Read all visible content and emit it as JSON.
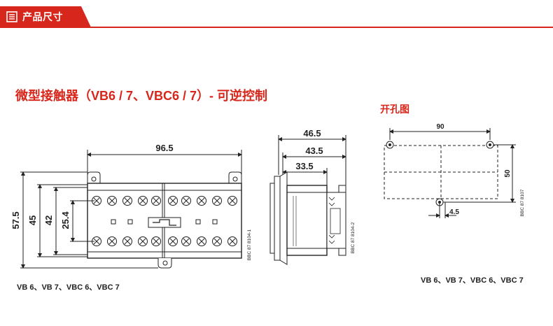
{
  "header": {
    "tab_label": "产品尺寸"
  },
  "title": "微型接触器（VB6 / 7、VBC6 / 7）- 可逆控制",
  "cutout_title": "开孔图",
  "captions": {
    "left": "VB 6、VB 7、VBC 6、VBC 7",
    "right": "VB 6、VB 7、VBC 6、VBC 7"
  },
  "front_view": {
    "width_label": "96.5",
    "dims_vertical": [
      "57.5",
      "45",
      "42",
      "25.4"
    ],
    "ref_code": "BBC 87 8104-1"
  },
  "side_view": {
    "dims_horizontal": [
      "46.5",
      "43.5",
      "33.5"
    ],
    "ref_code": "BBC 87 8104-2"
  },
  "cutout_view": {
    "width_label": "90",
    "height_label": "50",
    "hole_label": "4.5",
    "ref_code": "BBC 87 8107"
  },
  "colors": {
    "accent": "#d7261b",
    "line": "#222222",
    "fill": "#f2f2f2"
  }
}
